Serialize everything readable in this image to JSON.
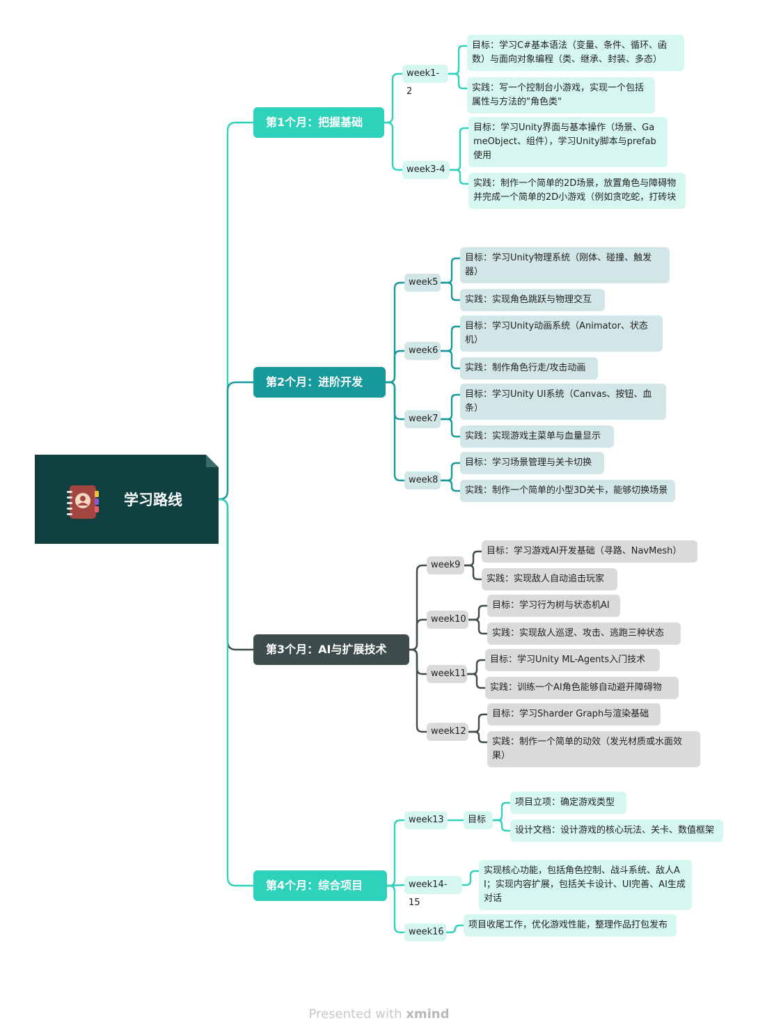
{
  "root": {
    "title": "学习路线",
    "icon": "notebook-contact-icon"
  },
  "colors": {
    "teal_light": "#2ed1b9",
    "teal_dark": "#17989a",
    "slate": "#3d4c4b",
    "node_light": "#d6f7f0",
    "node_blue": "#d2e6e8",
    "node_gray": "#dadada",
    "root_bg": "#0f3f3f"
  },
  "months": [
    {
      "label": "第1个月：把握基础",
      "weeks": [
        {
          "label": "week1-2",
          "items": [
            "目标：学习C#基本语法（变量、条件、循环、函数）与面向对象编程（类、继承、封装、多态）",
            "实践：写一个控制台小游戏，实现一个包括属性与方法的\"角色类\""
          ]
        },
        {
          "label": "week3-4",
          "items": [
            "目标：学习Unity界面与基本操作（场景、GameObject、组件），学习Unity脚本与prefab使用",
            "实践：制作一个简单的2D场景，放置角色与障碍物并完成一个简单的2D小游戏（例如贪吃蛇，打砖块"
          ]
        }
      ]
    },
    {
      "label": "第2个月：进阶开发",
      "weeks": [
        {
          "label": "week5",
          "items": [
            "目标：学习Unity物理系统（刚体、碰撞、触发器）",
            "实践：实现角色跳跃与物理交互"
          ]
        },
        {
          "label": "week6",
          "items": [
            "目标：学习Unity动画系统（Animator、状态机）",
            "实践：制作角色行走/攻击动画"
          ]
        },
        {
          "label": "week7",
          "items": [
            "目标：学习Unity UI系统（Canvas、按钮、血条）",
            "实践：实现游戏主菜单与血量显示"
          ]
        },
        {
          "label": "week8",
          "items": [
            "目标：学习场景管理与关卡切换",
            "实践：制作一个简单的小型3D关卡，能够切换场景"
          ]
        }
      ]
    },
    {
      "label": "第3个月：AI与扩展技术",
      "weeks": [
        {
          "label": "week9",
          "items": [
            "目标：学习游戏AI开发基础（寻路、NavMesh）",
            "实践：实现敌人自动追击玩家"
          ]
        },
        {
          "label": "week10",
          "items": [
            "目标：学习行为树与状态机AI",
            "实践：实现敌人巡逻、攻击、逃跑三种状态"
          ]
        },
        {
          "label": "week11",
          "items": [
            "目标：学习Unity ML-Agents入门技术",
            "实践：训练一个AI角色能够自动避开障碍物"
          ]
        },
        {
          "label": "week12",
          "items": [
            "目标：学习Sharder Graph与渲染基础",
            "实践：制作一个简单的动效（发光材质或水面效果）"
          ]
        }
      ]
    },
    {
      "label": "第4个月：综合项目",
      "weeks": [
        {
          "label": "week13",
          "sub": "目标",
          "items": [
            "项目立项：确定游戏类型",
            "设计文档：设计游戏的核心玩法、关卡、数值框架"
          ]
        },
        {
          "label": "week14-15",
          "items": [
            "实现核心功能，包括角色控制、战斗系统、敌人AI；实现内容扩展，包括关卡设计、UI完善、AI生成对话"
          ]
        },
        {
          "label": "week16",
          "items": [
            "项目收尾工作，优化游戏性能，整理作品打包发布"
          ]
        }
      ]
    }
  ],
  "footer": {
    "prefix": "Presented with",
    "brand": "xmind"
  }
}
